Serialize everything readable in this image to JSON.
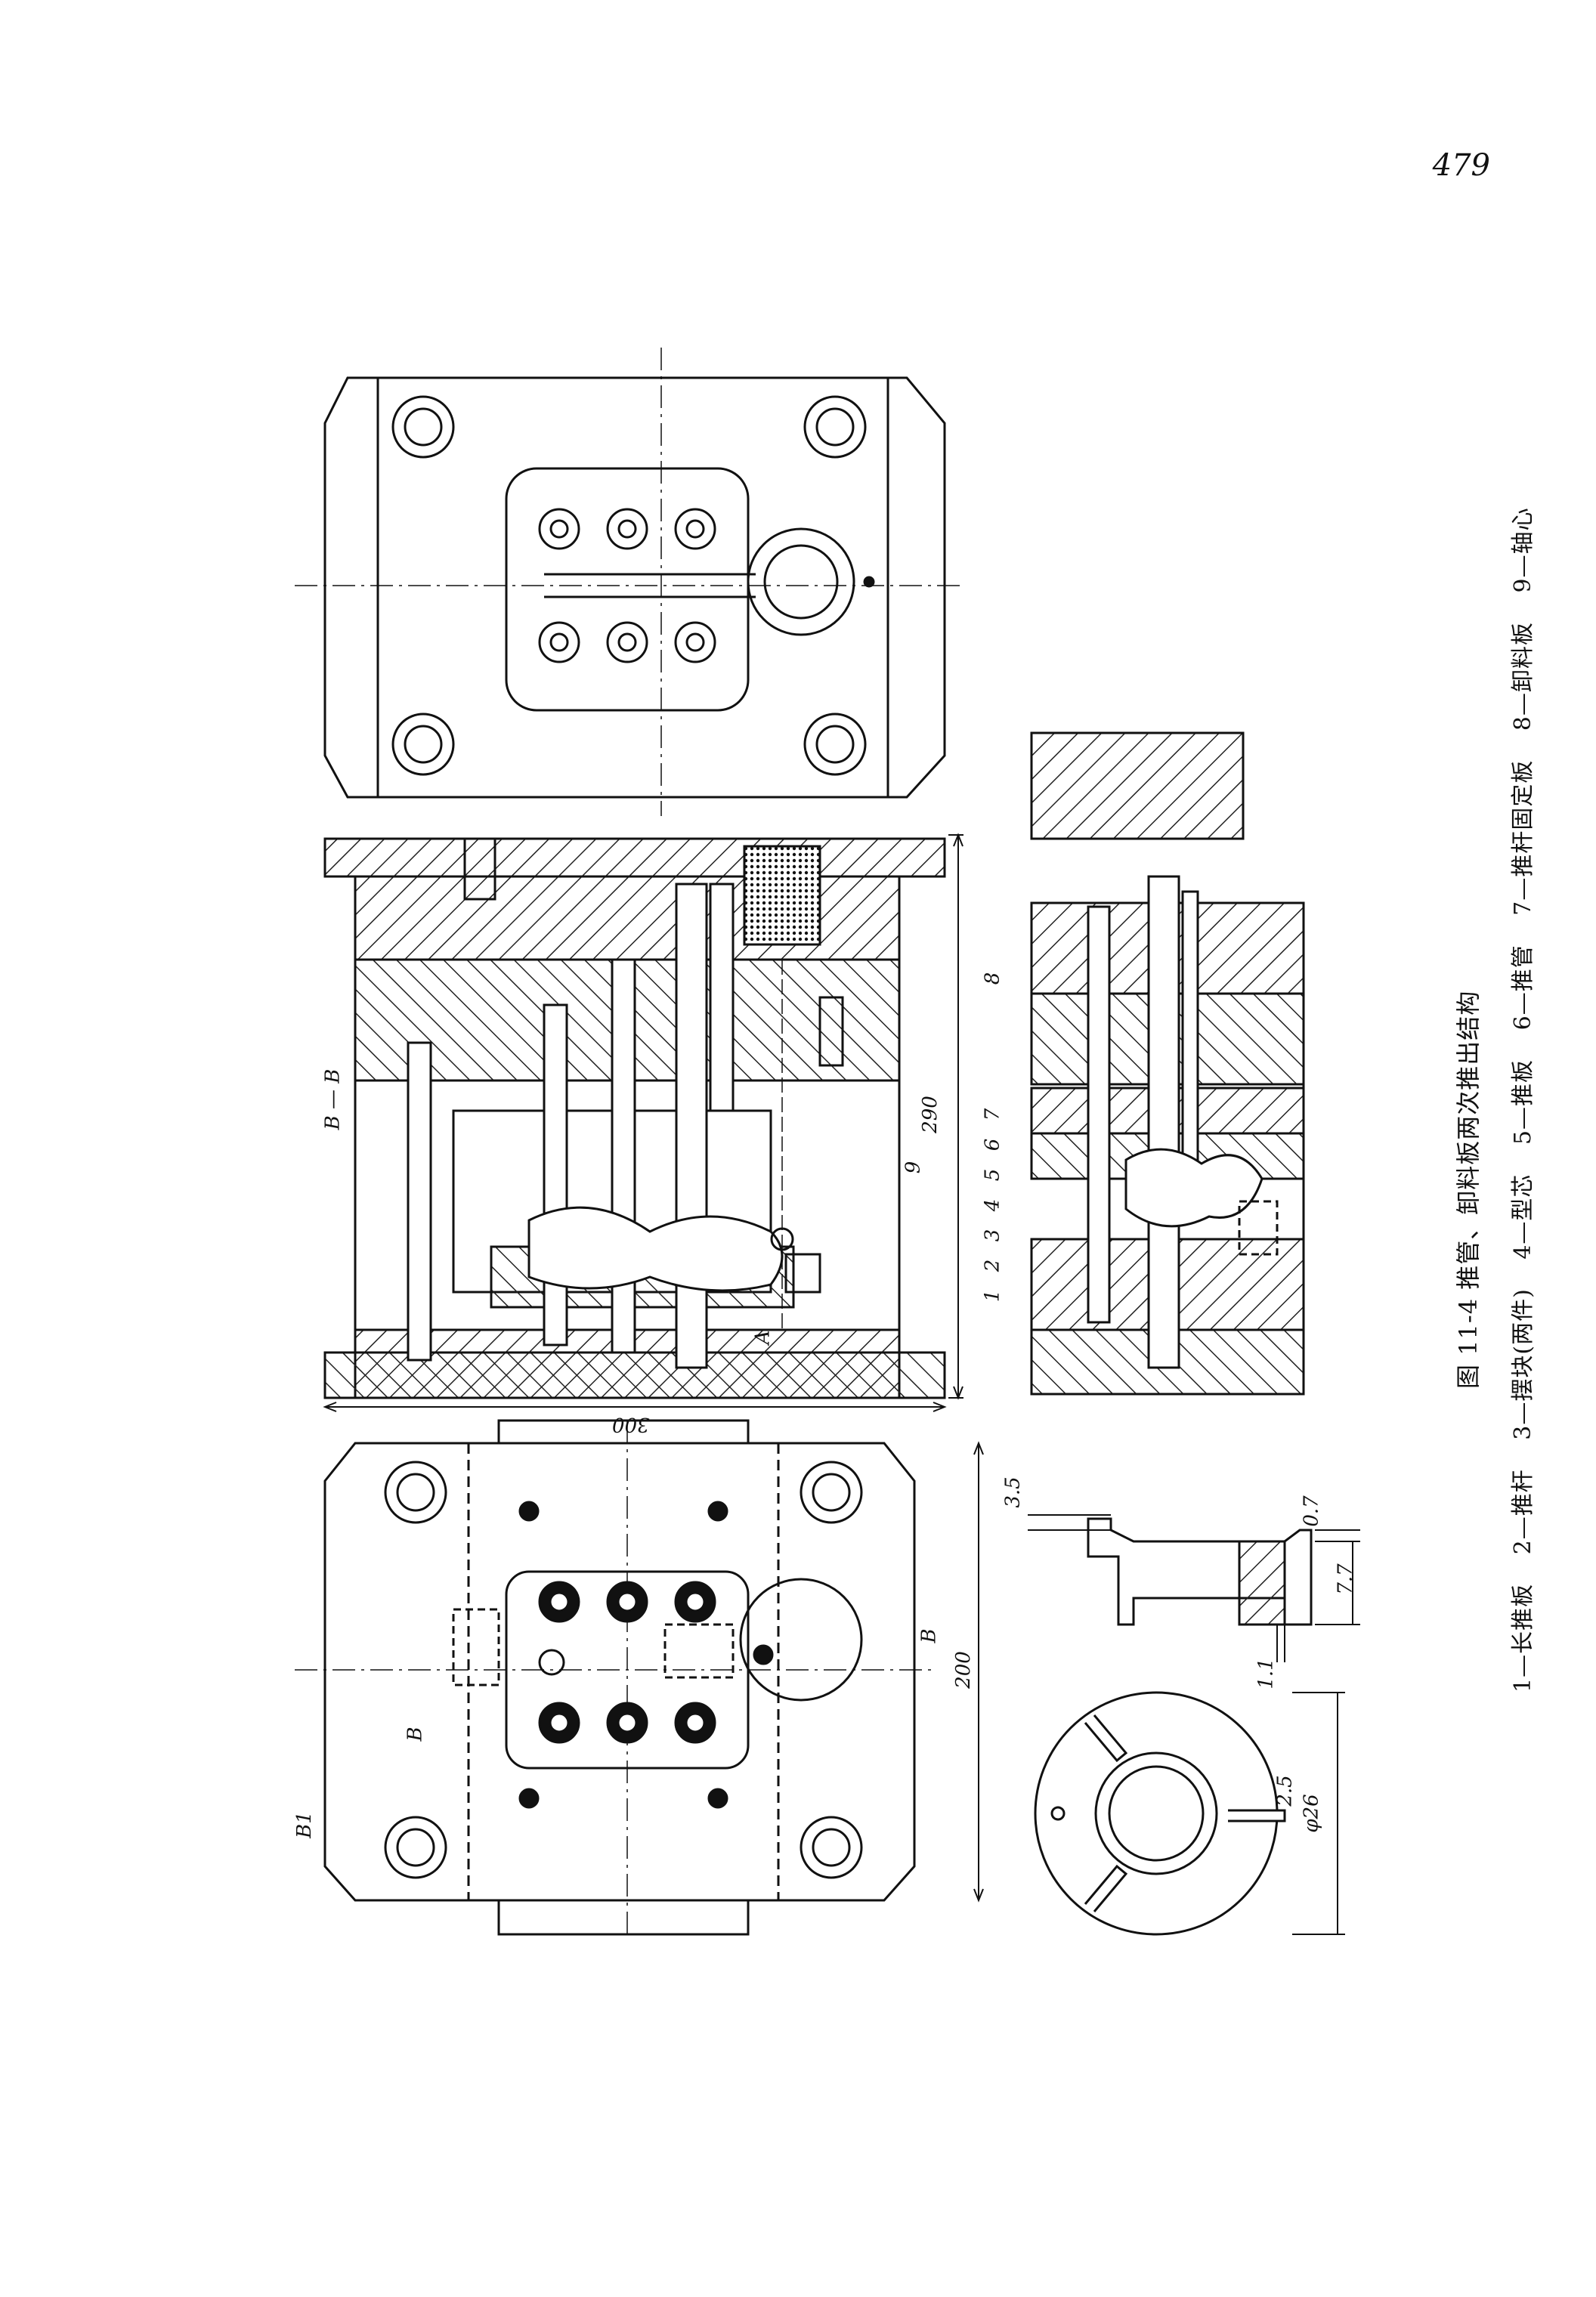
{
  "page_number": "479",
  "caption": "图 11-4  推管、卸料板两次推出结构",
  "legend": [
    "1—长推板",
    "2—推杆",
    "3—摆块(两件)",
    "4—型芯",
    "5—推板",
    "6—推管",
    "7—推杆固定板",
    "8—卸料板",
    "9—轴心"
  ],
  "dimensions": {
    "d290": "290",
    "d300": "300",
    "d200": "200",
    "d3_5": "3.5",
    "d0_7": "0.7",
    "d7_7": "7.7",
    "d1_1": "1.1",
    "d2_5": "2.5",
    "d26": "φ26"
  },
  "section_labels": {
    "bb": "B — B",
    "b1": "B1",
    "b": "B",
    "a": "A"
  },
  "part_numbers": [
    "1",
    "2",
    "3",
    "4",
    "5",
    "6",
    "7",
    "8",
    "9"
  ]
}
